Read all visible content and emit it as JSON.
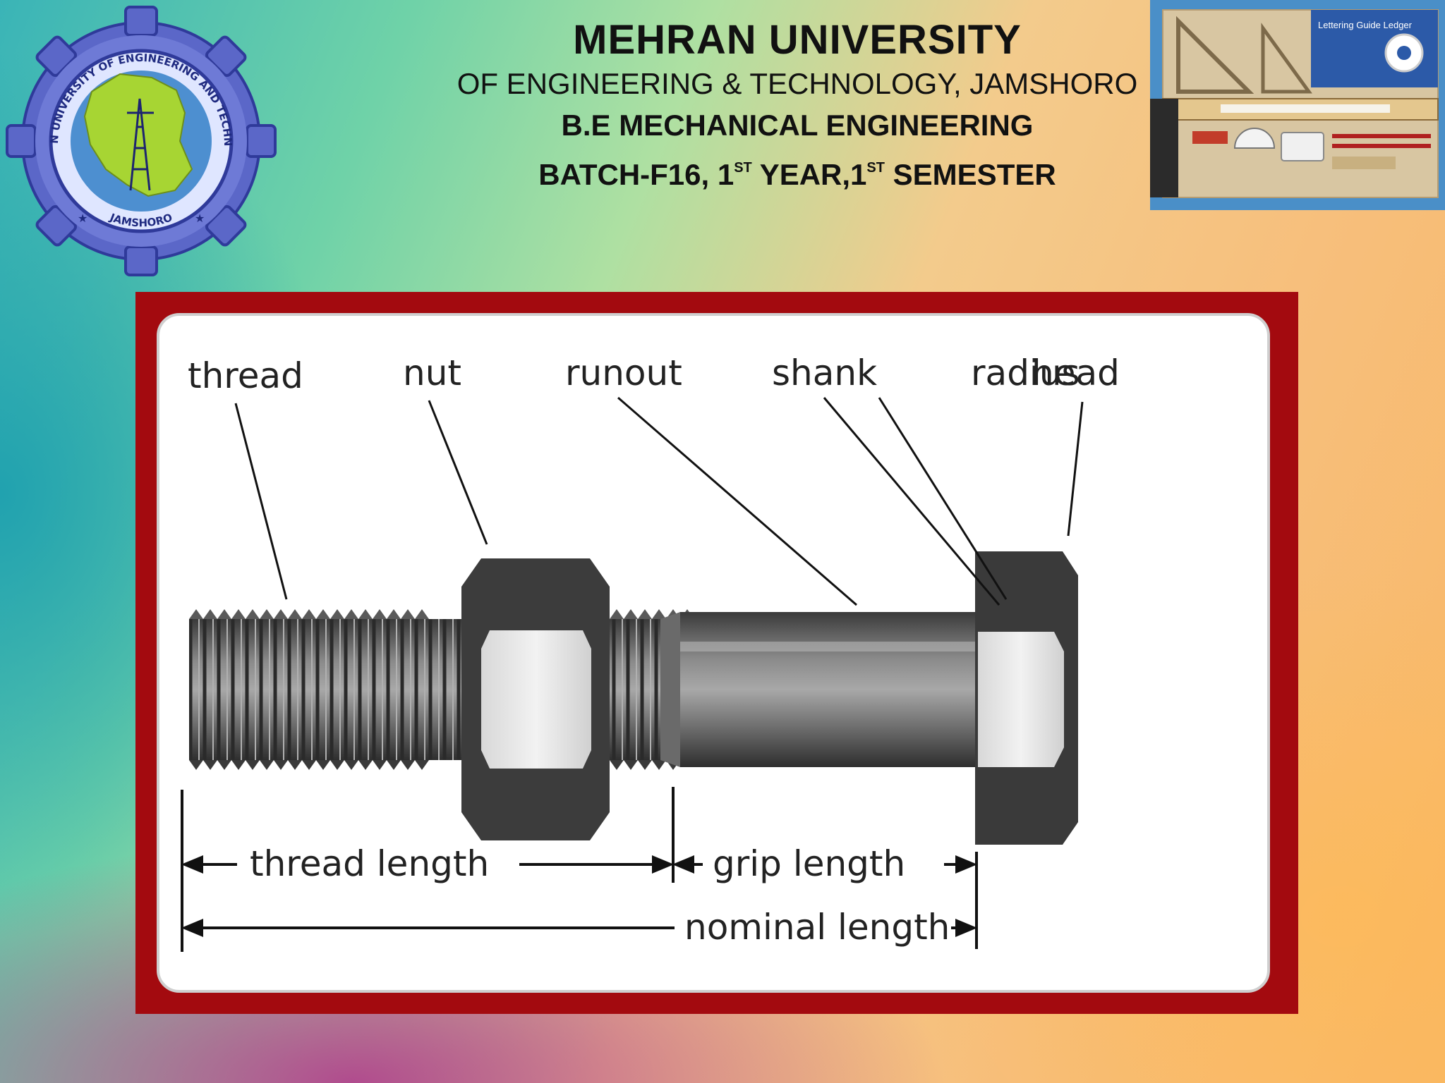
{
  "header": {
    "title": "MEHRAN UNIVERSITY",
    "subtitle": "OF ENGINEERING & TECHNOLOGY, JAMSHORO",
    "department": "B.E MECHANICAL ENGINEERING",
    "batch_prefix": "BATCH-F16, 1",
    "batch_sup1": "ST",
    "batch_mid": " YEAR,1",
    "batch_sup2": "ST",
    "batch_suffix": " SEMESTER"
  },
  "logo": {
    "ring_text": "MEHRAN UNIVERSITY OF ENGINEERING AND TECHNOLOGY",
    "bottom_text": "JAMSHORO"
  },
  "drafting_kit": {
    "package_title": "Lettering Guide Ledger"
  },
  "diagram": {
    "part_labels": {
      "thread": "thread",
      "nut": "nut",
      "runout": "runout",
      "shank": "shank",
      "radius": "radius",
      "head": "head"
    },
    "dimension_labels": {
      "thread_length": "thread length",
      "grip_length": "grip length",
      "nominal_length": "nominal length"
    }
  },
  "colors": {
    "frame": "#a30a0f",
    "logo_blue": "#3a3fa0",
    "logo_map": "#a7d533"
  }
}
